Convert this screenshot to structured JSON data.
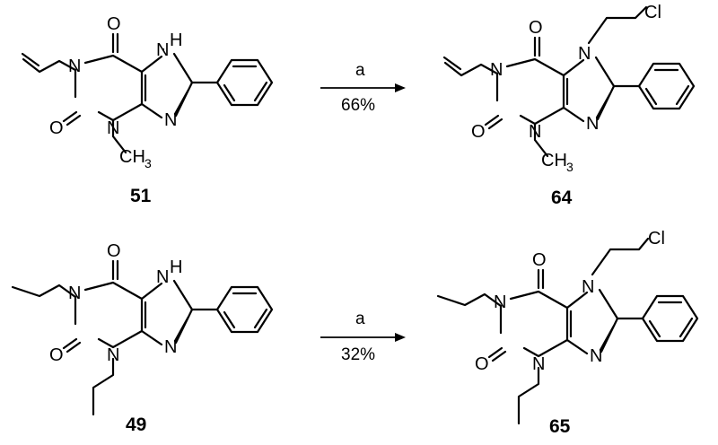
{
  "reactions": [
    {
      "reactant": {
        "number": "51",
        "n1_substituent": "allyl",
        "n3_label": "CH",
        "n3_subscript": "3",
        "n7_label": "H"
      },
      "conditions": {
        "reagent": "a",
        "yield": "66%"
      },
      "product": {
        "number": "64",
        "n1_substituent": "allyl",
        "n3_label": "CH",
        "n3_subscript": "3",
        "n7_substituent": "Cl"
      }
    },
    {
      "reactant": {
        "number": "49",
        "n1_substituent": "propyl",
        "n3_substituent": "propyl",
        "n7_label": "H"
      },
      "conditions": {
        "reagent": "a",
        "yield": "32%"
      },
      "product": {
        "number": "65",
        "n1_substituent": "propyl",
        "n3_substituent": "propyl",
        "n7_substituent": "Cl"
      }
    }
  ],
  "atom_labels": {
    "oxygen": "O",
    "nitrogen": "N"
  }
}
